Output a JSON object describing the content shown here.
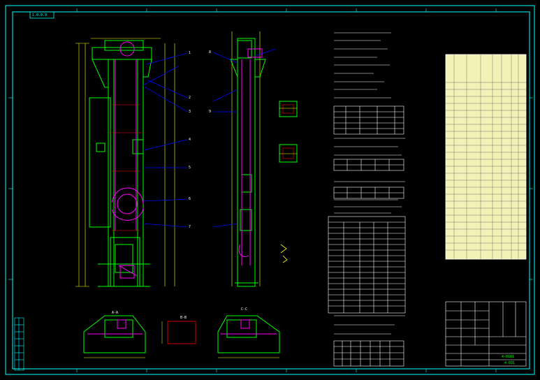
{
  "drawing": {
    "sheet_code": "1.0.0.9",
    "title_block_code": "4-0181",
    "title_block_note": "4 031"
  },
  "callouts": [
    "1",
    "2",
    "3",
    "4",
    "5",
    "6",
    "7",
    "8",
    "9"
  ],
  "section_labels": {
    "view_a": "A-A",
    "view_b": "B-B",
    "view_c": "C-C"
  },
  "colors": {
    "frame": "#00ffff",
    "structure": "#00ff00",
    "detail": "#ff00ff",
    "leader": "#0000ff",
    "dimension": "#ffff00",
    "hidden": "#ff0000",
    "text": "#ffffff",
    "table_fill": "#ffffc0"
  }
}
